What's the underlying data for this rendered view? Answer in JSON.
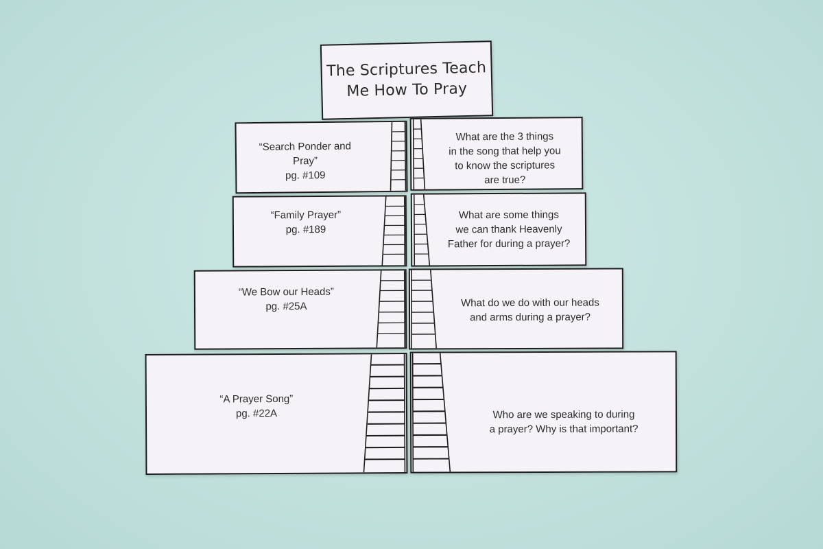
{
  "title": "The Scriptures Teach\nMe How To Pray",
  "rows": [
    {
      "song": "“Search Ponder and\nPray”\npg. #109",
      "question": "What are the 3 things\nin the song that help you\nto know the scriptures\nare true?"
    },
    {
      "song": "“Family Prayer”\npg. #189",
      "question": "What are some things\nwe can thank Heavenly\nFather for during a prayer?"
    },
    {
      "song": "“We Bow our Heads”\npg. #25A",
      "question": "What do we do with our heads\nand arms during a prayer?"
    },
    {
      "song": "“A Prayer Song”\npg. #22A",
      "question": "Who are we speaking to during\na prayer? Why is that important?"
    }
  ],
  "colors": {
    "background": "#c2e1dd",
    "card": "#f6f3f8",
    "ink": "#1d1d1d"
  }
}
